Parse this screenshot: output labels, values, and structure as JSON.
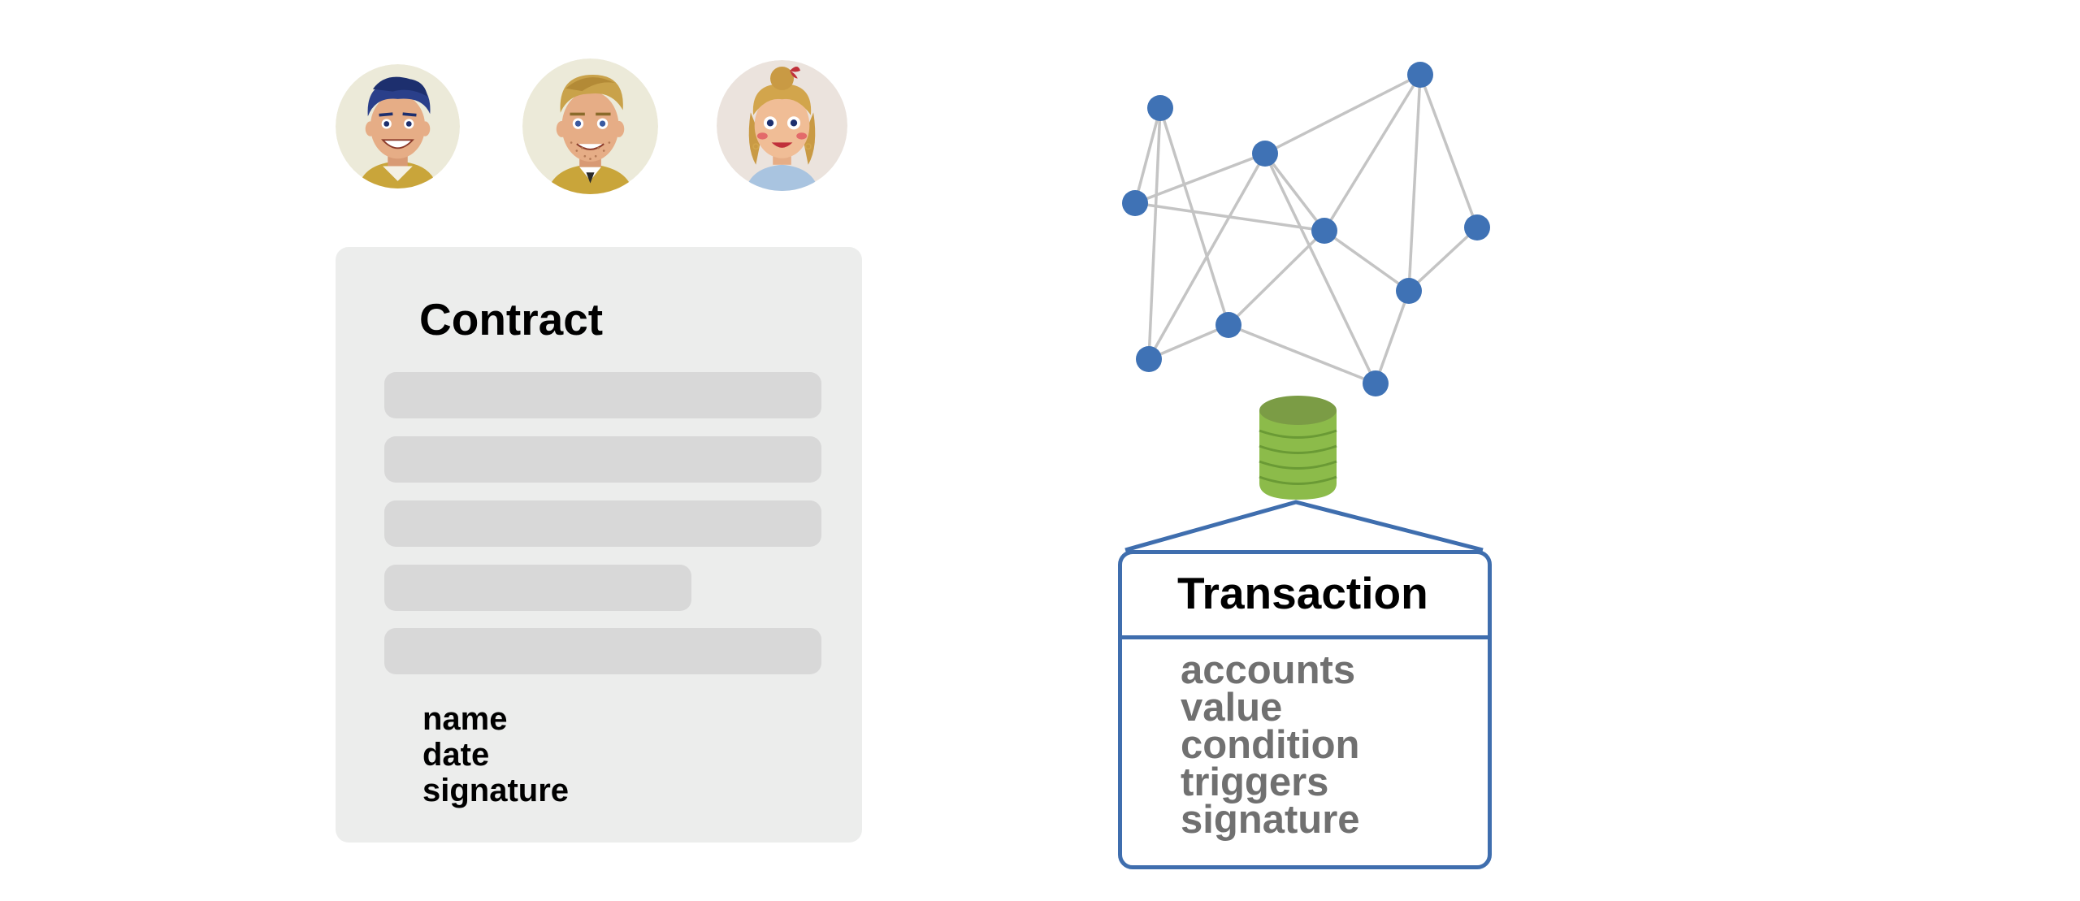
{
  "parties": [
    {
      "icon": "man-dark-hair-avatar-icon"
    },
    {
      "icon": "man-blond-beard-avatar-icon"
    },
    {
      "icon": "woman-bun-hair-avatar-icon"
    }
  ],
  "contract": {
    "title": "Contract",
    "fields": [
      "name",
      "date",
      "signature"
    ]
  },
  "network": {
    "icon": "blockchain-network-icon",
    "node_color": "#3f72b5",
    "edge_color": "#c4c4c4"
  },
  "database": {
    "icon": "coin-stack-icon",
    "color": "#8cbb4a"
  },
  "transaction": {
    "title": "Transaction",
    "fields": [
      "accounts",
      "value",
      "condition",
      "triggers",
      "signature"
    ],
    "border_color": "#3f6eae"
  }
}
